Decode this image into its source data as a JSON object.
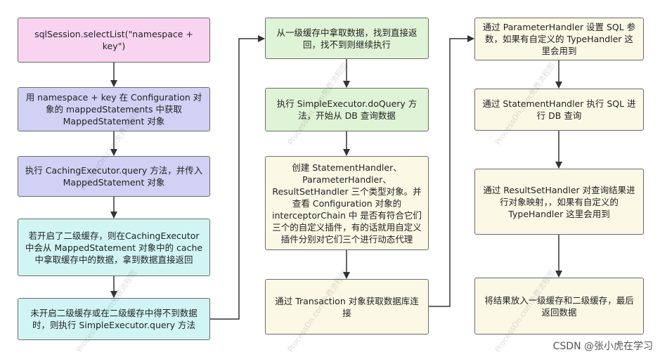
{
  "nodes": {
    "n1": "sqlSession.selectList(\"namespace + key\")",
    "n2": "用 namespace + key 在 Configuration 对象的 mappedStatements 中获取 MappedStatement 对象",
    "n3": "执行 CachingExecutor.query 方法，并传入 MappedStatement 对象",
    "n4": "若开启了二级缓存，则在CachingExecutor 中会从 MappedStatement 对象中的 cache 中拿取缓存中的数据，拿到数据直接返回",
    "n5": "未开启二级缓存或在二级缓存中得不到数据时，则执行 SimpleExecutor.query 方法",
    "n6": "从一级缓存中拿取数据，找到直接返回，找不到则继续执行",
    "n7": "执行 SimpleExecutor.doQuery 方法，开始从 DB 查询数据",
    "n8": "创建 StatementHandler、ParameterHandler、ResultSetHandler 三个类型对象。并查看 Configuration 对象的 interceptorChain 中 是否有符合它们三个的自定义插件，有的话就用自定义插件分别对它们三个进行动态代理",
    "n9": "通过 Transaction 对象获取数据库连接",
    "n10": "通过 ParameterHandler 设置 SQL 参数，如果有自定义的 TypeHandler 这里会用到",
    "n11": "通过 StatementHandler 执行 SQL 进行 DB 查询",
    "n12": "通过 ResultSetHandler 对查询结果进行对象映射，，如果有自定义的 TypeHandler 这里会用到",
    "n13": "将结果放入一级缓存和二级缓存，最后返回数据"
  },
  "watermark": "ProcessOn.com免费流程图",
  "credit": "CSDN @张小虎在学习",
  "colors": {
    "pink": "#f9d4f0",
    "purple": "#d1d1f5",
    "cyan": "#d1f5f5",
    "green": "#dff4d6",
    "yellow": "#fcf8e6",
    "edge": "#333333"
  }
}
